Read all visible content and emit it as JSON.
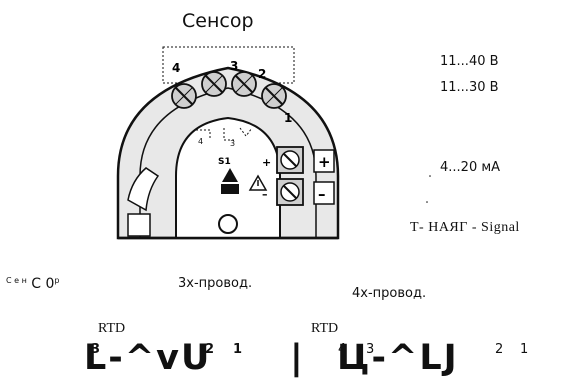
{
  "title": "Сенсор",
  "supply": {
    "range_1": "11...40 В",
    "range_2": "11...30 В"
  },
  "current_output": "4...20 мА",
  "signal_label": "Т-   НАЯГ - Signal",
  "sensor_small": {
    "sup_1": "С е н",
    "main": "С 0",
    "sup_2": "р"
  },
  "wiring": {
    "three_wire": "3х-провод.",
    "four_wire": "4х-провод."
  },
  "rtd": {
    "left": "RTD",
    "right": "RTD"
  },
  "terminals_left": {
    "a": "3",
    "b": "2",
    "c": "1"
  },
  "terminals_right": {
    "a": "4",
    "b": "3",
    "c": "2",
    "d": "1"
  },
  "glyphs": {
    "left": "L-^vU",
    "bar": "|",
    "right": "Ц-^LJ"
  },
  "housing": {
    "terminal_labels": [
      "4",
      "3",
      "2",
      "1"
    ],
    "s1_label": "S1",
    "plus": "+",
    "minus": "–",
    "mini_nums": [
      "4",
      "3"
    ]
  },
  "colors": {
    "ink": "#111111",
    "housing_fill": "#e8e8e8",
    "housing_inner": "#ffffff",
    "terminal_fill": "#cfcfcf"
  }
}
